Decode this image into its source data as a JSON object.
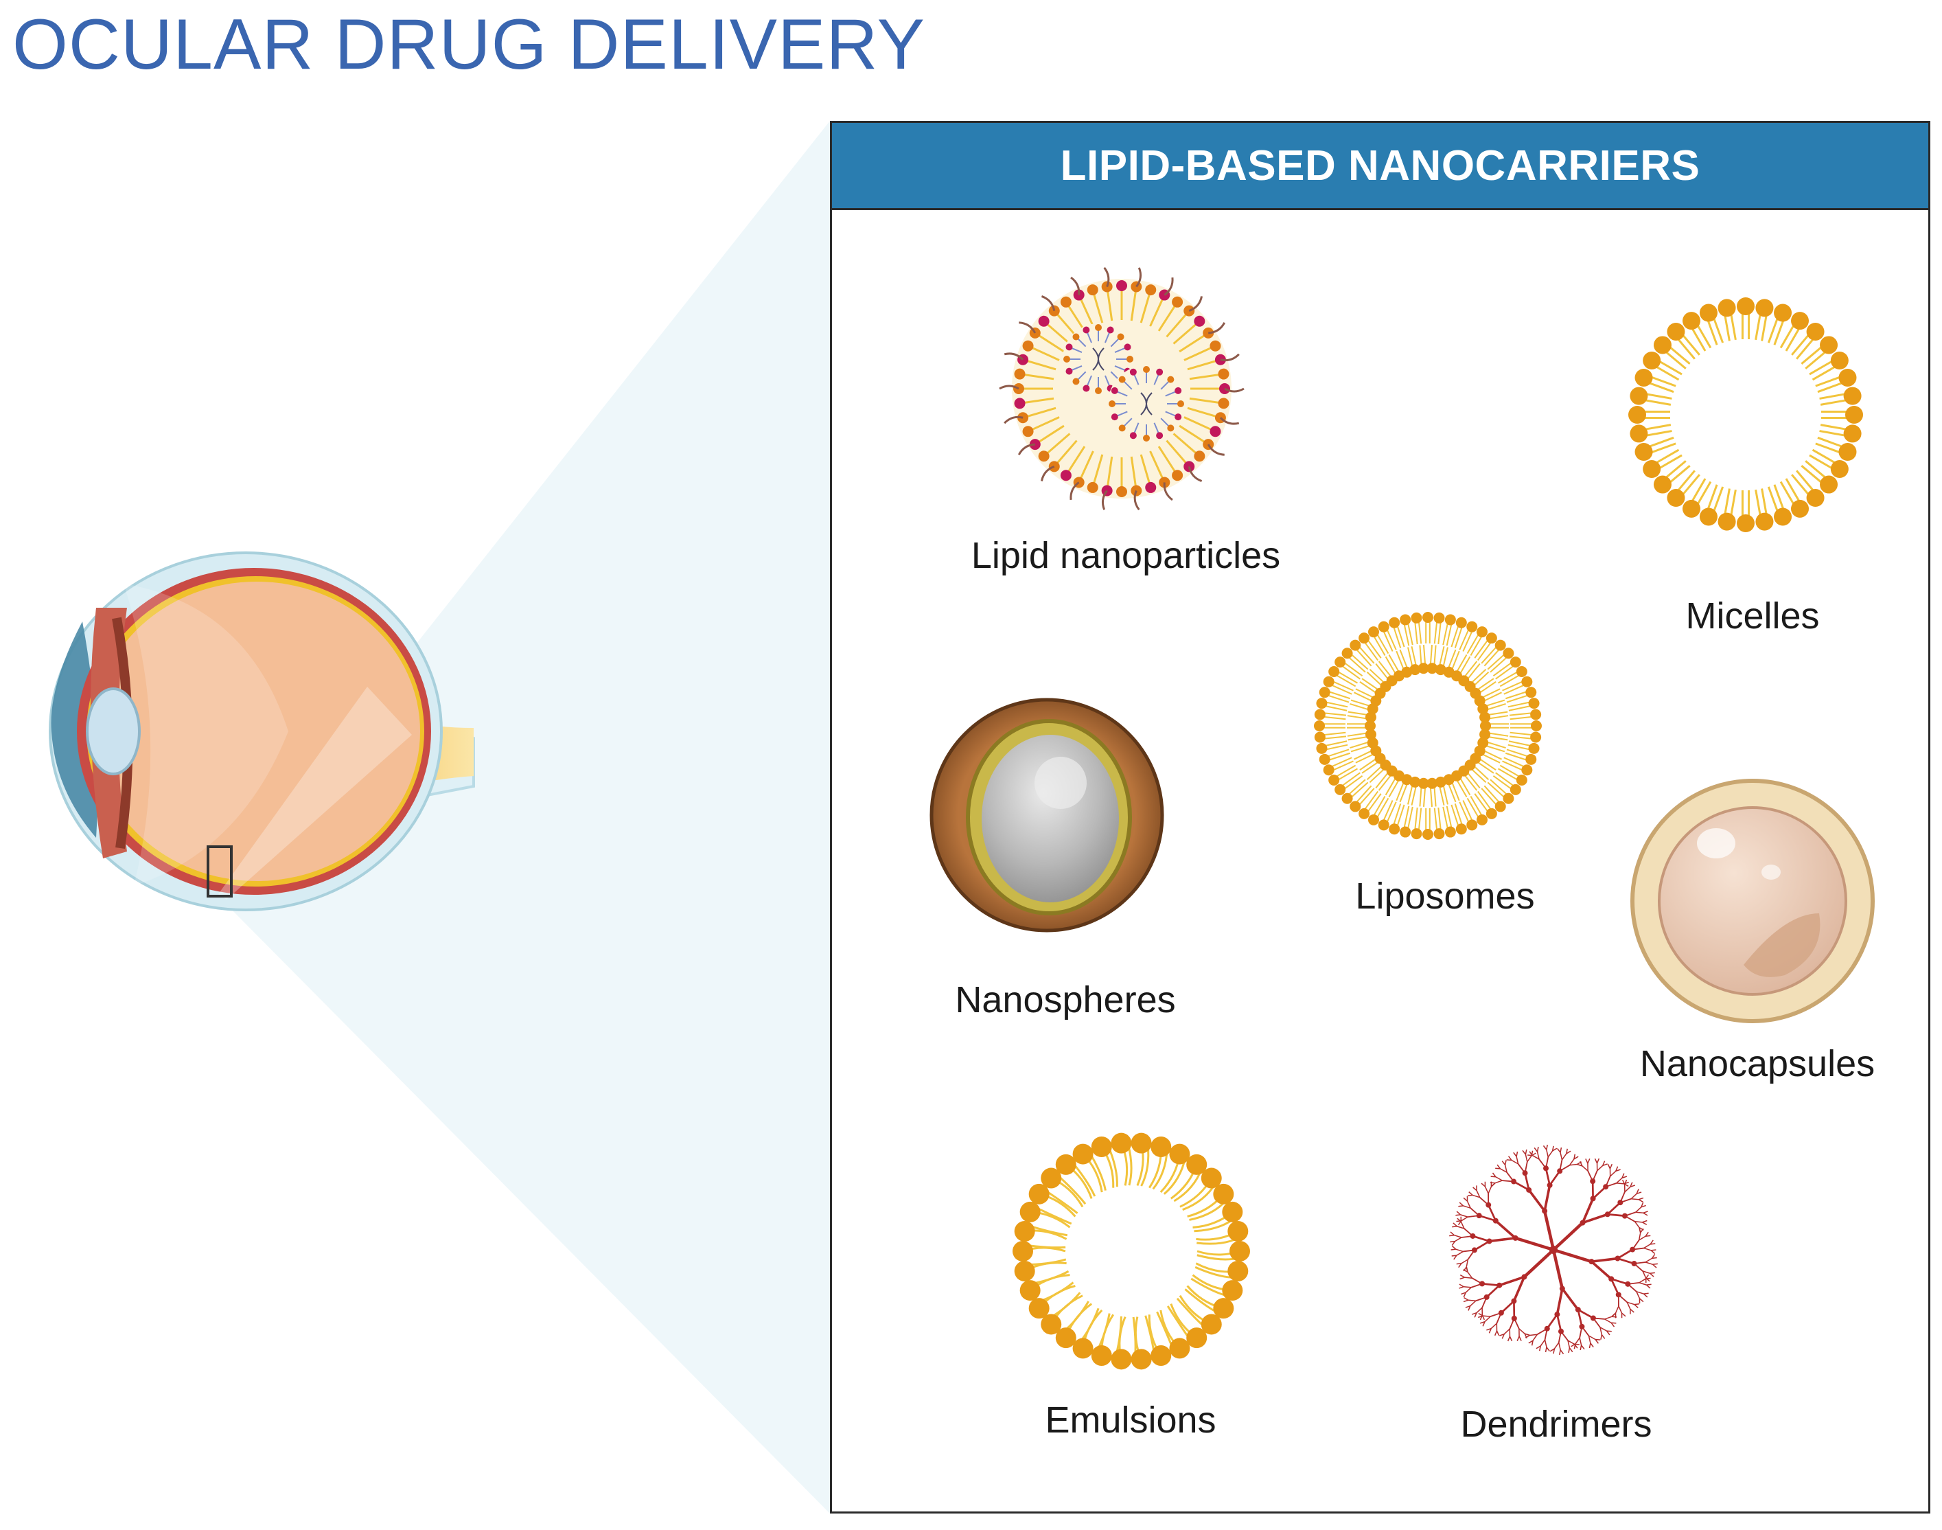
{
  "title": "OCULAR DRUG DELIVERY",
  "panel": {
    "title": "LIPID-BASED NANOCARRIERS",
    "items": [
      {
        "label": "Lipid nanoparticles",
        "icon": "lipid-nanoparticle-icon"
      },
      {
        "label": "Micelles",
        "icon": "micelle-icon"
      },
      {
        "label": "Liposomes",
        "icon": "liposome-icon"
      },
      {
        "label": "Nanospheres",
        "icon": "nanosphere-icon"
      },
      {
        "label": "Nanocapsules",
        "icon": "nanocapsule-icon"
      },
      {
        "label": "Emulsions",
        "icon": "emulsion-icon"
      },
      {
        "label": "Dendrimers",
        "icon": "dendrimer-icon"
      }
    ]
  },
  "colors": {
    "title": "#3a66b0",
    "header": "#2a7db0",
    "lipid_head": "#e89b16",
    "lipid_tail": "#f2c43c",
    "dendrimer": "#b22a2a",
    "zoom_beam": "#eef7fa"
  },
  "illustration": {
    "eye": "eye-cross-section-icon"
  }
}
